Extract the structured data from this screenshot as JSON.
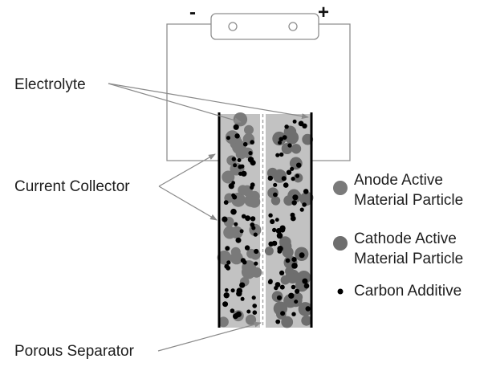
{
  "terminals": {
    "negative": "-",
    "positive": "+"
  },
  "labels": {
    "electrolyte": "Electrolyte",
    "current_collector": "Current Collector",
    "porous_separator": "Porous Separator"
  },
  "legend": {
    "anode_line1": "Anode Active",
    "anode_line2": "Material Particle",
    "cathode_line1": "Cathode Active",
    "cathode_line2": "Material Particle",
    "carbon": "Carbon Additive"
  },
  "colors": {
    "electrode_fill": "#c2c2c2",
    "anode_particle": "#7a7a7a",
    "cathode_particle": "#6e6e6e",
    "carbon_additive": "#000000",
    "collector": "#000000"
  }
}
